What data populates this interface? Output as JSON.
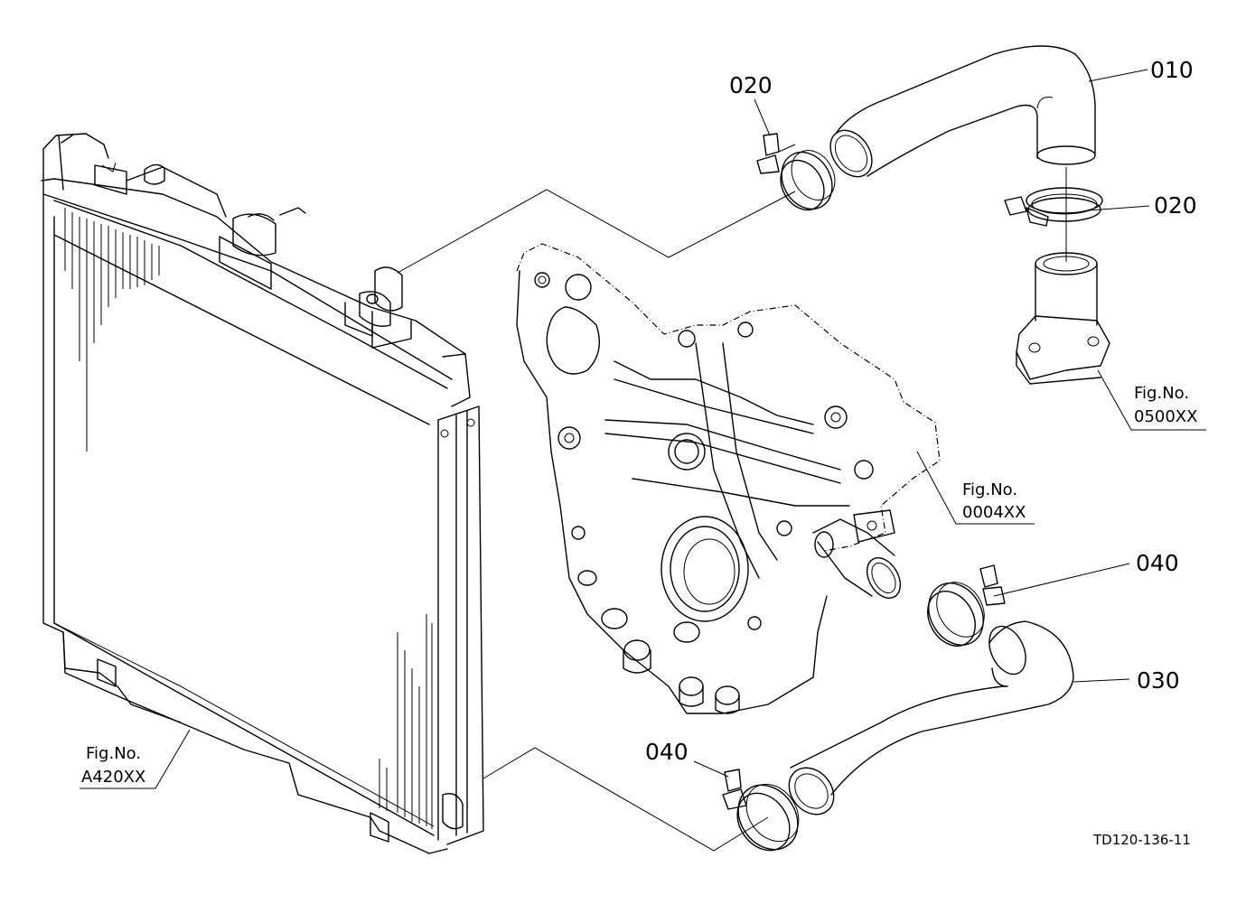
{
  "parts": {
    "upper_hose": "010",
    "upper_clamp_left": "020",
    "upper_clamp_right": "020",
    "lower_hose": "030",
    "lower_clamp_right": "040",
    "lower_clamp_left": "040"
  },
  "figure_refs": {
    "thermostat": {
      "label": "Fig.No.",
      "number": "0500XX"
    },
    "gear_case": {
      "label": "Fig.No.",
      "number": "0004XX"
    },
    "radiator": {
      "label": "Fig.No.",
      "number": "A420XX"
    }
  },
  "drawing_code": "TD120-136-11"
}
